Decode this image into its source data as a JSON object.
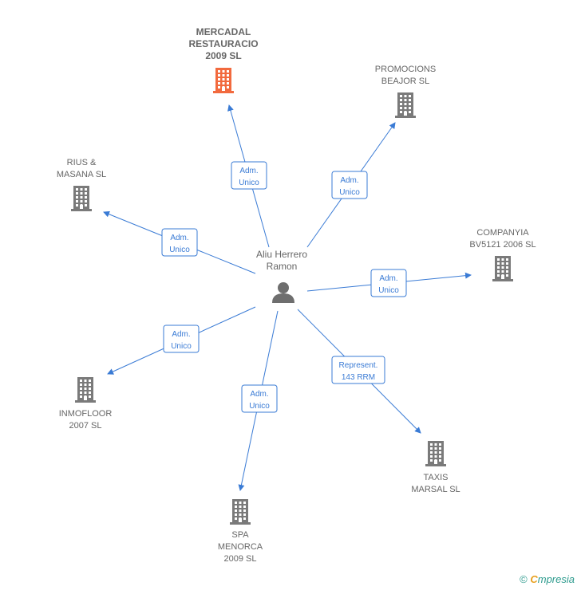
{
  "colors": {
    "edge": "#3a7bd5",
    "building": "#7a7a7a",
    "building_highlight": "#f26a3e",
    "person": "#6e6e6e",
    "label": "#666666"
  },
  "center": {
    "name_lines": [
      "Aliu Herrero",
      "Ramon"
    ],
    "icon": "person-icon"
  },
  "nodes": [
    {
      "id": "mercadal",
      "lines": [
        "MERCADAL",
        "RESTAURACIO",
        "2009 SL"
      ],
      "icon": "building-icon",
      "highlight": true,
      "edge": [
        "Adm.",
        "Unico"
      ]
    },
    {
      "id": "promocions",
      "lines": [
        "PROMOCIONS",
        "BEAJOR SL"
      ],
      "icon": "building-icon",
      "highlight": false,
      "edge": [
        "Adm.",
        "Unico"
      ]
    },
    {
      "id": "rius",
      "lines": [
        "RIUS &",
        "MASANA SL"
      ],
      "icon": "building-icon",
      "highlight": false,
      "edge": [
        "Adm.",
        "Unico"
      ]
    },
    {
      "id": "companyia",
      "lines": [
        "COMPANYIA",
        "BV5121 2006 SL"
      ],
      "icon": "building-icon",
      "highlight": false,
      "edge": [
        "Adm.",
        "Unico"
      ]
    },
    {
      "id": "inmofloor",
      "lines": [
        "INMOFLOOR",
        "2007 SL"
      ],
      "icon": "building-icon",
      "highlight": false,
      "edge": [
        "Adm.",
        "Unico"
      ]
    },
    {
      "id": "taxis",
      "lines": [
        "TAXIS",
        "MARSAL SL"
      ],
      "icon": "building-icon",
      "highlight": false,
      "edge": [
        "Represent.",
        "143 RRM"
      ]
    },
    {
      "id": "spa",
      "lines": [
        "SPA",
        "MENORCA",
        "2009 SL"
      ],
      "icon": "building-icon",
      "highlight": false,
      "edge": [
        "Adm.",
        "Unico"
      ]
    }
  ],
  "footer": {
    "copyright": "©",
    "brand_first": "C",
    "brand_rest": "mpresia"
  }
}
